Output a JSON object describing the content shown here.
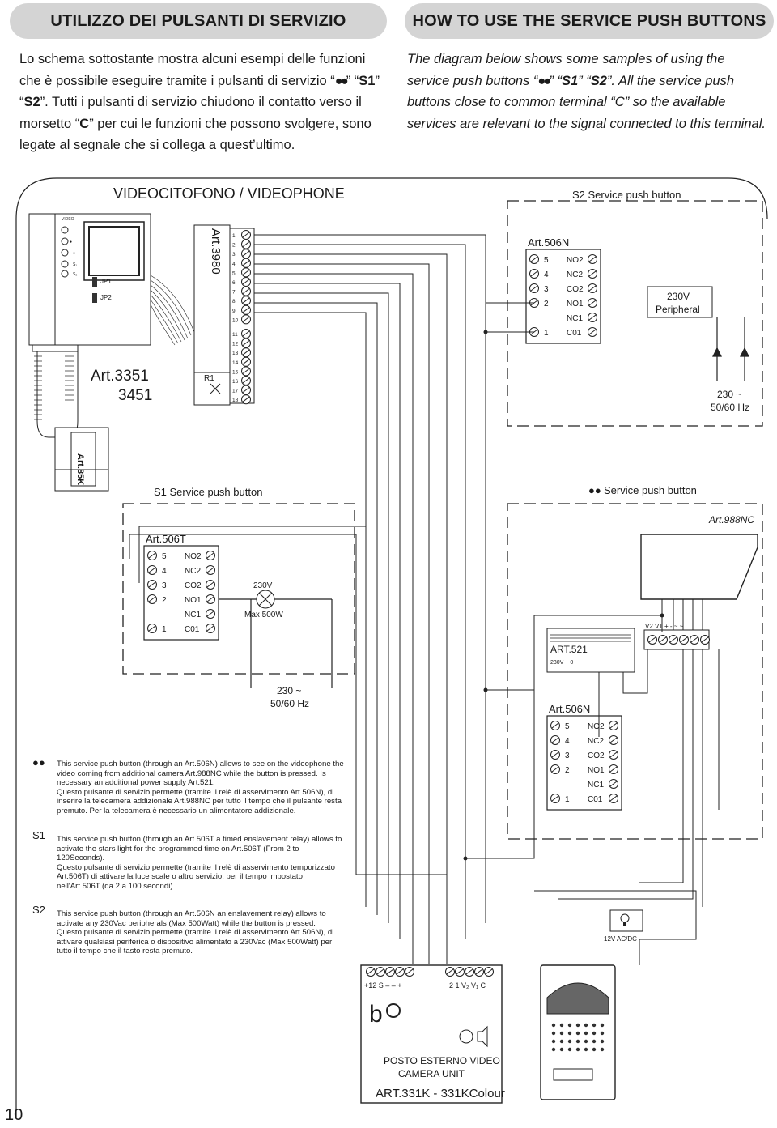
{
  "header": {
    "it_title": "UTILIZZO DEI PULSANTI DI SERVIZIO",
    "en_title": "HOW TO USE THE SERVICE PUSH BUTTONS"
  },
  "intro_it": {
    "l1": "Lo schema sottostante mostra alcuni esempi delle funzioni",
    "l2a": "che è possibile eseguire tramite i pulsanti di servizio “",
    "l2_dots": "●●",
    "l2b": "” “",
    "l2_s1": "S1",
    "l2c": "”",
    "l3a": "“",
    "l3_s2": "S2",
    "l3b": "”. Tutti i pulsanti di servizio chiudono il contatto verso il",
    "l4a": "morsetto “",
    "l4_c": "C",
    "l4b": "” per cui le funzioni che possono svolgere, sono",
    "l5": "legate al segnale che si collega a quest’ultimo."
  },
  "intro_en": {
    "l1": "The diagram below shows some samples of using the",
    "l2a": "service push buttons “",
    "l2_dots": "●●",
    "l2b": "” “",
    "l2_s1": "S1",
    "l2c": "” “",
    "l2_s2": "S2",
    "l2d": "”. All the service push",
    "l3": "buttons close to common terminal “C” so the available",
    "l4": "services are relevant to the signal connected to this terminal."
  },
  "diagram": {
    "videophone_title": "VIDEOCITOFONO / VIDEOPHONE",
    "video_label": "VIDEO",
    "art3980": "Art.3980",
    "art3351": "Art.3351",
    "art3451": "3451",
    "r1": "R1",
    "jp1": "JP1",
    "jp2": "JP2",
    "art85k": "Art.85K",
    "s2_box_title": "S2  Service push button",
    "s1_box_title": "S1  Service push button",
    "dots_box_title": "Service push button",
    "art506n": "Art.506N",
    "art506t": "Art.506T",
    "art988nc": "Art.988NC",
    "art521": "ART.521",
    "art521_sub": "230V ~ 0",
    "peripheral_l1": "230V",
    "peripheral_l2": "Peripheral",
    "mains_l1": "230 ~",
    "mains_l2": "50/60 Hz",
    "lamp_l1": "230V",
    "lamp_l2": "Max 500W",
    "relay_terms": [
      "NO2",
      "NC2",
      "CO2",
      "NO1",
      "NC1",
      "C01"
    ],
    "relay_nums": [
      "5",
      "4",
      "3",
      "2",
      "1"
    ],
    "camera_terms": "V2 V1 +  -  ~  ~",
    "power_12v": "12V AC/DC",
    "panel_terms_left": "+12 S  –  –  +",
    "panel_terms_right": "2  1  V₂ V₁ C",
    "panel_l1": "POSTO ESTERNO VIDEO",
    "panel_l2": "CAMERA UNIT",
    "panel_art": "ART.331K - 331KColour",
    "term_numbers": [
      "1",
      "2",
      "3",
      "4",
      "5",
      "6",
      "7",
      "8",
      "9",
      "10",
      "11",
      "12",
      "13",
      "14",
      "15",
      "16",
      "17",
      "18"
    ]
  },
  "notes": {
    "dots_key": "●●",
    "dots": [
      "This service push button (through an Art.506N) allows to see on the videophone the",
      "video coming from additional camera Art.988NC while the button is pressed. Is",
      "necessary an additional power supply Art.521.",
      "Questo pulsante di servizio permette (tramite il relè di asservimento Art.506N), di",
      "inserire la telecamera addizionale Art.988NC per tutto il tempo che il pulsante resta",
      "premuto. Per la telecamera è necessario un alimentatore addizionale."
    ],
    "s1_key": "S1",
    "s1": [
      "This service push button (through an Art.506T a timed enslavement relay) allows to",
      "activate the stars light for the programmed time on Art.506T (From 2 to",
      "120Seconds).",
      "Questo pulsante di servizio permette (tramite il relè di asservimento temporizzato",
      "Art.506T) di attivare la luce scale o altro servizio, per il tempo impostato",
      "nell'Art.506T (da 2 a 100 secondi)."
    ],
    "s2_key": "S2",
    "s2": [
      "This service push button (through an Art.506N an enslavement relay) allows to",
      "activate any 230Vac peripherals (Max 500Watt) while the button is pressed.",
      "Questo pulsante di servizio permette (tramite il relè di asservimento Art.506N), di",
      "attivare qualsiasi periferica o dispositivo alimentato a 230Vac (Max 500Watt) per",
      "tutto il tempo che il tasto resta premuto."
    ]
  },
  "page_number": "10"
}
